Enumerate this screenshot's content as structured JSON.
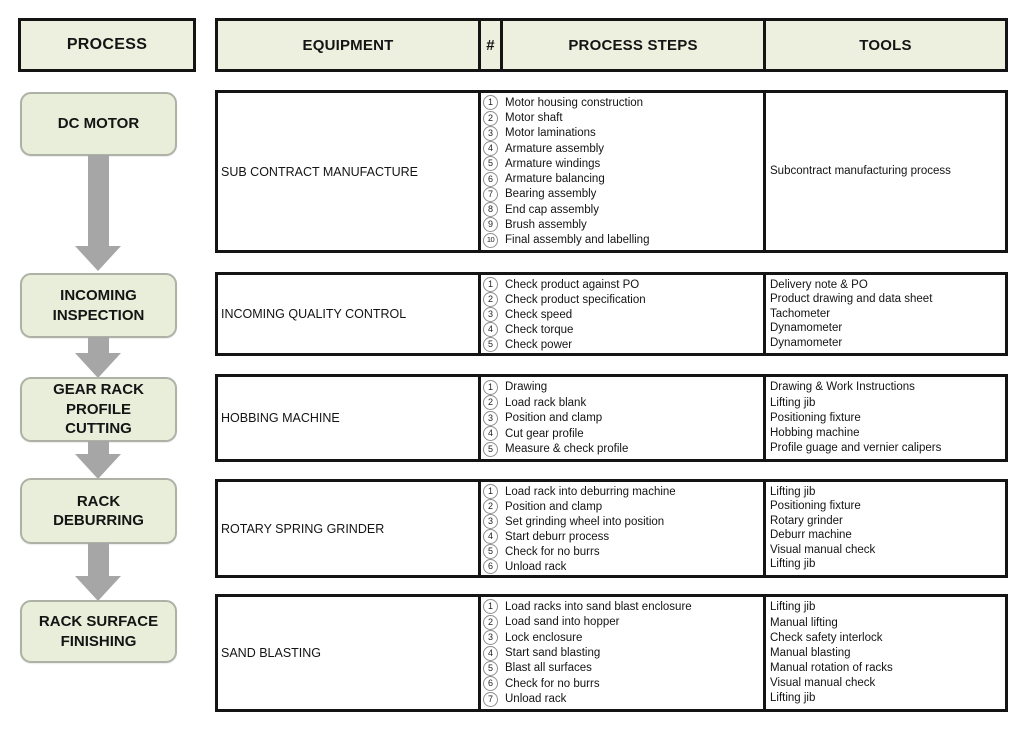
{
  "colors": {
    "header_fill": "#edf0df",
    "flow_box_fill": "#e9eeda",
    "flow_box_border": "#aeb2a6",
    "arrow_gray": "#a6a6a6",
    "table_border": "#141414",
    "text": "#141414"
  },
  "flow": {
    "header": "PROCESS",
    "boxes": [
      {
        "label": "DC MOTOR"
      },
      {
        "label": "INCOMING INSPECTION"
      },
      {
        "label": "GEAR RACK PROFILE CUTTING"
      },
      {
        "label": "RACK DEBURRING"
      },
      {
        "label": "RACK SURFACE FINISHING"
      }
    ]
  },
  "table": {
    "columns": [
      "EQUIPMENT",
      "#",
      "PROCESS STEPS",
      "TOOLS"
    ],
    "rows": [
      {
        "equipment": "SUB CONTRACT MANUFACTURE",
        "steps": [
          {
            "n": "1",
            "t": "Motor housing construction"
          },
          {
            "n": "2",
            "t": "Motor shaft"
          },
          {
            "n": "3",
            "t": "Motor laminations"
          },
          {
            "n": "4",
            "t": "Armature assembly"
          },
          {
            "n": "5",
            "t": "Armature windings"
          },
          {
            "n": "6",
            "t": "Armature balancing"
          },
          {
            "n": "7",
            "t": "Bearing assembly"
          },
          {
            "n": "8",
            "t": "End cap assembly"
          },
          {
            "n": "9",
            "t": "Brush assembly"
          },
          {
            "n": "10",
            "t": "Final assembly and labelling"
          }
        ],
        "tools": [
          "Subcontract manufacturing process"
        ]
      },
      {
        "equipment": "INCOMING QUALITY CONTROL",
        "steps": [
          {
            "n": "1",
            "t": "Check product against PO"
          },
          {
            "n": "2",
            "t": "Check product specification"
          },
          {
            "n": "3",
            "t": "Check speed"
          },
          {
            "n": "4",
            "t": "Check torque"
          },
          {
            "n": "5",
            "t": "Check power"
          }
        ],
        "tools": [
          "Delivery note & PO",
          "Product drawing and data sheet",
          "Tachometer",
          "Dynamometer",
          "Dynamometer"
        ]
      },
      {
        "equipment": "HOBBING MACHINE",
        "steps": [
          {
            "n": "1",
            "t": "Drawing"
          },
          {
            "n": "2",
            "t": "Load rack blank"
          },
          {
            "n": "3",
            "t": "Position and clamp"
          },
          {
            "n": "4",
            "t": "Cut gear profile"
          },
          {
            "n": "5",
            "t": "Measure & check profile"
          }
        ],
        "tools": [
          "Drawing & Work Instructions",
          "Lifting jib",
          "Positioning fixture",
          "Hobbing machine",
          "Profile guage and vernier calipers"
        ]
      },
      {
        "equipment": "ROTARY SPRING GRINDER",
        "steps": [
          {
            "n": "1",
            "t": "Load rack into deburring machine"
          },
          {
            "n": "2",
            "t": "Position and clamp"
          },
          {
            "n": "3",
            "t": "Set grinding wheel into position"
          },
          {
            "n": "4",
            "t": "Start deburr process"
          },
          {
            "n": "5",
            "t": "Check for no burrs"
          },
          {
            "n": "6",
            "t": "Unload rack"
          }
        ],
        "tools": [
          "Lifting jib",
          "Positioning fixture",
          "Rotary grinder",
          "Deburr machine",
          "Visual manual check",
          "Lifting jib"
        ]
      },
      {
        "equipment": "SAND BLASTING",
        "steps": [
          {
            "n": "1",
            "t": "Load racks into sand blast enclosure"
          },
          {
            "n": "2",
            "t": "Load sand into hopper"
          },
          {
            "n": "3",
            "t": "Lock enclosure"
          },
          {
            "n": "4",
            "t": "Start sand blasting"
          },
          {
            "n": "5",
            "t": "Blast all surfaces"
          },
          {
            "n": "6",
            "t": "Check for no burrs"
          },
          {
            "n": "7",
            "t": "Unload rack"
          }
        ],
        "tools": [
          "Lifting jib",
          "Manual lifting",
          "Check safety interlock",
          "Manual blasting",
          "Manual rotation of racks",
          "Visual manual check",
          "Lifting jib"
        ]
      }
    ]
  }
}
